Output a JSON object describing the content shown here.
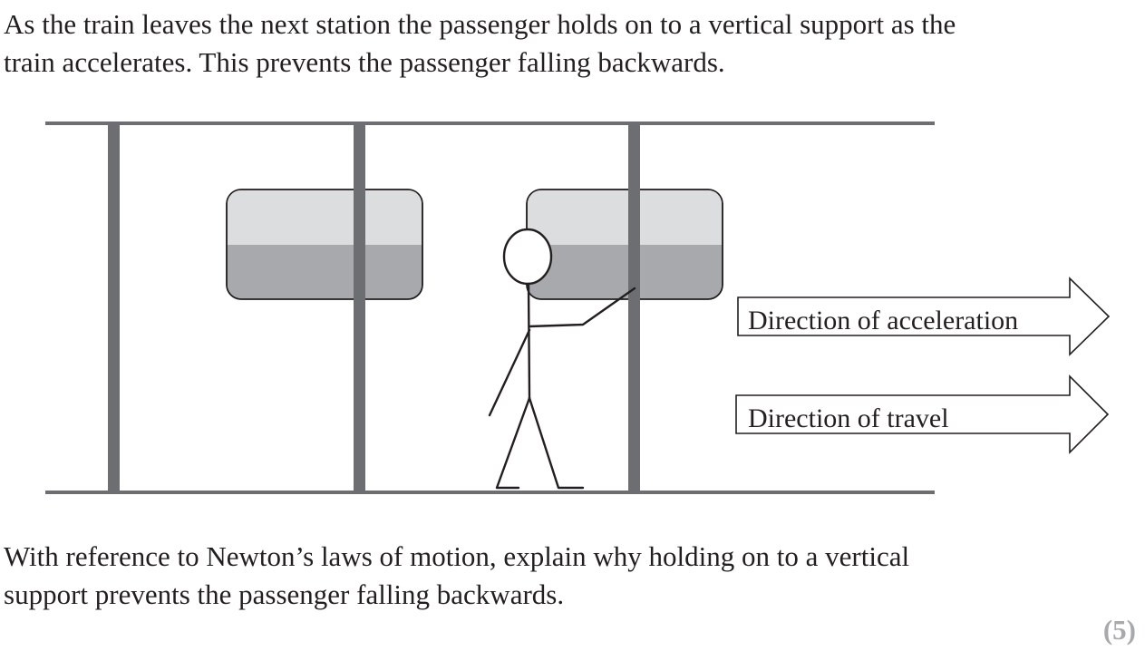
{
  "intro": {
    "line1": "As the train leaves the next station the passenger holds on to a vertical support as the",
    "line2": "train accelerates.  This prevents the passenger falling backwards."
  },
  "diagram": {
    "acceleration_label": "Direction of acceleration",
    "travel_label": "Direction of travel",
    "colors": {
      "pole": "#6d6e71",
      "frame": "#6d6e71",
      "window_top": "#dcddde",
      "window_bottom": "#a7a9ac",
      "line": "#231f20"
    }
  },
  "question": {
    "line1": "With reference to Newton’s laws of motion, explain why holding on to a vertical",
    "line2": "support prevents the passenger falling backwards."
  },
  "marks": "(5)"
}
